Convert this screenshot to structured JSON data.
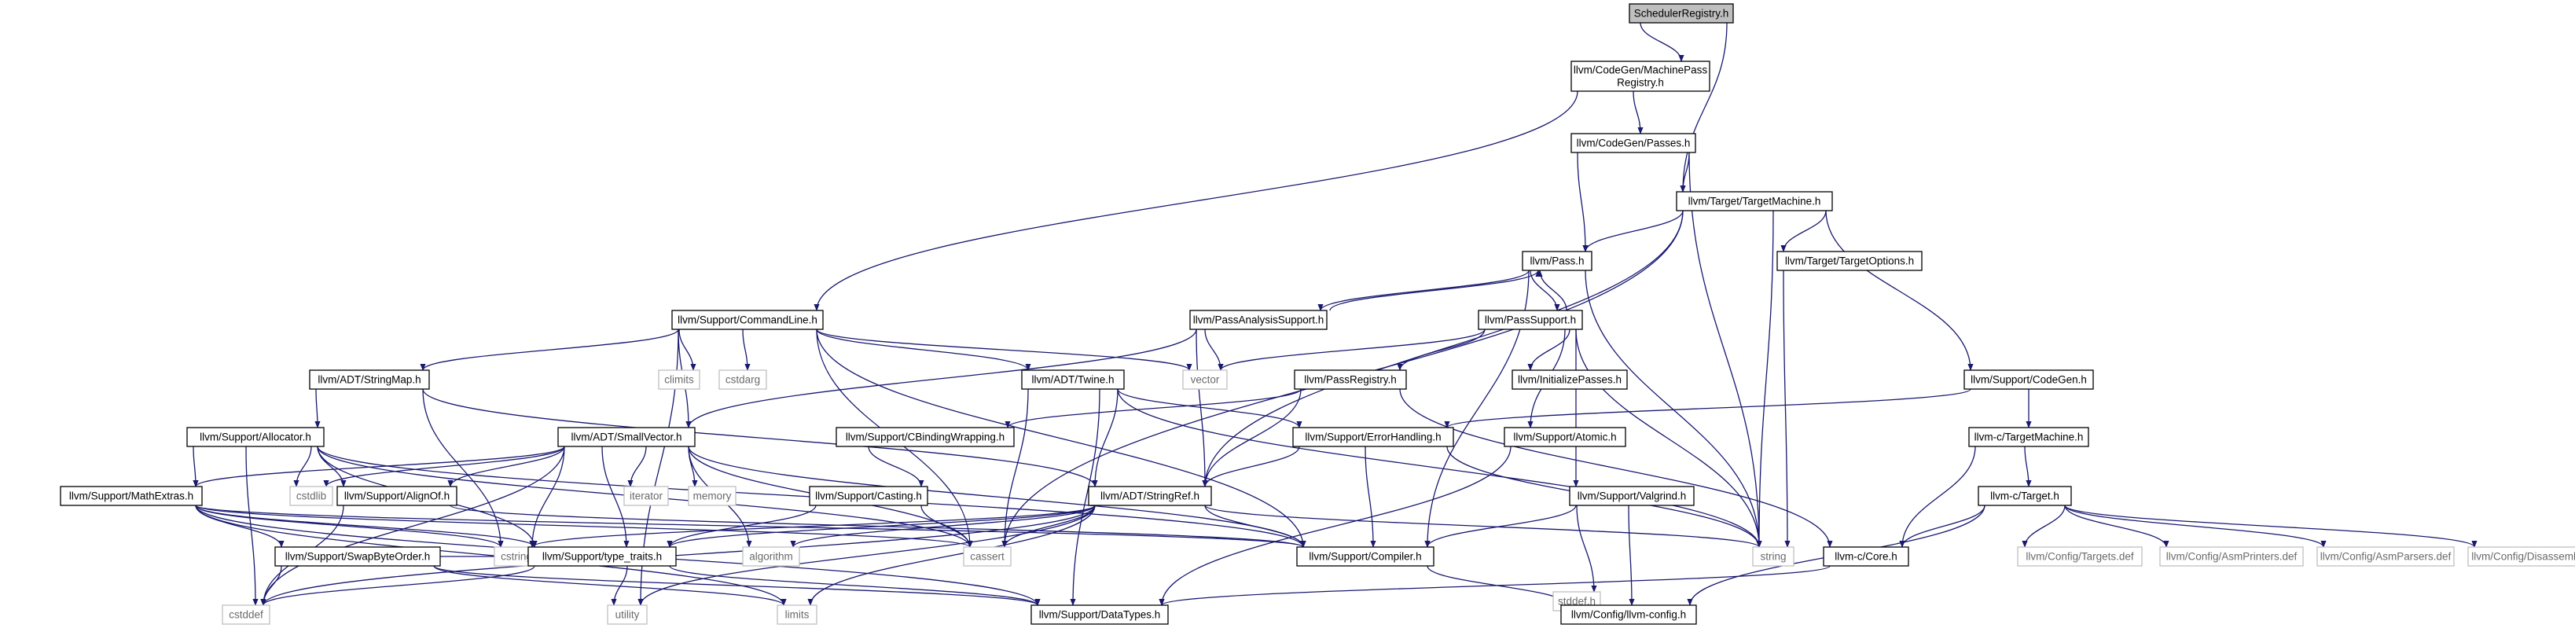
{
  "colors": {
    "background": "#ffffff",
    "edge": "#191970",
    "node_border": "#000000",
    "root_fill": "#bfbfbf",
    "header_fill": "#ffffff",
    "system_border": "#bfbfbf",
    "system_text": "#6a6a6a"
  },
  "nodes": [
    {
      "id": "root",
      "lines": [
        "SchedulerRegistry.h"
      ],
      "kind": "root"
    },
    {
      "id": "mpr",
      "lines": [
        "llvm/CodeGen/MachinePass",
        "Registry.h"
      ],
      "kind": "header"
    },
    {
      "id": "passes",
      "lines": [
        "llvm/CodeGen/Passes.h"
      ],
      "kind": "header"
    },
    {
      "id": "tm",
      "lines": [
        "llvm/Target/TargetMachine.h"
      ],
      "kind": "header"
    },
    {
      "id": "pass",
      "lines": [
        "llvm/Pass.h"
      ],
      "kind": "header"
    },
    {
      "id": "topts",
      "lines": [
        "llvm/Target/TargetOptions.h"
      ],
      "kind": "header"
    },
    {
      "id": "cl",
      "lines": [
        "llvm/Support/CommandLine.h"
      ],
      "kind": "header"
    },
    {
      "id": "pas",
      "lines": [
        "llvm/PassAnalysisSupport.h"
      ],
      "kind": "header"
    },
    {
      "id": "ps",
      "lines": [
        "llvm/PassSupport.h"
      ],
      "kind": "header"
    },
    {
      "id": "climits",
      "lines": [
        "climits"
      ],
      "kind": "system"
    },
    {
      "id": "cstdarg",
      "lines": [
        "cstdarg"
      ],
      "kind": "system"
    },
    {
      "id": "vector",
      "lines": [
        "vector"
      ],
      "kind": "system"
    },
    {
      "id": "stringmap",
      "lines": [
        "llvm/ADT/StringMap.h"
      ],
      "kind": "header"
    },
    {
      "id": "twine",
      "lines": [
        "llvm/ADT/Twine.h"
      ],
      "kind": "header"
    },
    {
      "id": "preg",
      "lines": [
        "llvm/PassRegistry.h"
      ],
      "kind": "header"
    },
    {
      "id": "initp",
      "lines": [
        "llvm/InitializePasses.h"
      ],
      "kind": "header"
    },
    {
      "id": "cg",
      "lines": [
        "llvm/Support/CodeGen.h"
      ],
      "kind": "header"
    },
    {
      "id": "alloc",
      "lines": [
        "llvm/Support/Allocator.h"
      ],
      "kind": "header"
    },
    {
      "id": "smallvec",
      "lines": [
        "llvm/ADT/SmallVector.h"
      ],
      "kind": "header"
    },
    {
      "id": "cbw",
      "lines": [
        "llvm/Support/CBindingWrapping.h"
      ],
      "kind": "header"
    },
    {
      "id": "eh",
      "lines": [
        "llvm/Support/ErrorHandling.h"
      ],
      "kind": "header"
    },
    {
      "id": "atomic",
      "lines": [
        "llvm/Support/Atomic.h"
      ],
      "kind": "header"
    },
    {
      "id": "ctm",
      "lines": [
        "llvm-c/TargetMachine.h"
      ],
      "kind": "header"
    },
    {
      "id": "cstdlib",
      "lines": [
        "cstdlib"
      ],
      "kind": "system"
    },
    {
      "id": "iterator",
      "lines": [
        "iterator"
      ],
      "kind": "system"
    },
    {
      "id": "memory",
      "lines": [
        "memory"
      ],
      "kind": "system"
    },
    {
      "id": "mathext",
      "lines": [
        "llvm/Support/MathExtras.h"
      ],
      "kind": "header"
    },
    {
      "id": "alignof",
      "lines": [
        "llvm/Support/AlignOf.h"
      ],
      "kind": "header"
    },
    {
      "id": "stringref",
      "lines": [
        "llvm/ADT/StringRef.h"
      ],
      "kind": "header"
    },
    {
      "id": "casting",
      "lines": [
        "llvm/Support/Casting.h"
      ],
      "kind": "header"
    },
    {
      "id": "valgrind",
      "lines": [
        "llvm/Support/Valgrind.h"
      ],
      "kind": "header"
    },
    {
      "id": "ctarget",
      "lines": [
        "llvm-c/Target.h"
      ],
      "kind": "header"
    },
    {
      "id": "cstring",
      "lines": [
        "cstring"
      ],
      "kind": "system"
    },
    {
      "id": "typetraits",
      "lines": [
        "llvm/Support/type_traits.h"
      ],
      "kind": "header"
    },
    {
      "id": "algorithm",
      "lines": [
        "algorithm"
      ],
      "kind": "system"
    },
    {
      "id": "cassert",
      "lines": [
        "cassert"
      ],
      "kind": "system"
    },
    {
      "id": "compiler",
      "lines": [
        "llvm/Support/Compiler.h"
      ],
      "kind": "header"
    },
    {
      "id": "string",
      "lines": [
        "string"
      ],
      "kind": "system"
    },
    {
      "id": "ccore",
      "lines": [
        "llvm-c/Core.h"
      ],
      "kind": "header"
    },
    {
      "id": "stddef",
      "lines": [
        "stddef.h"
      ],
      "kind": "system"
    },
    {
      "id": "targets_def",
      "lines": [
        "llvm/Config/Targets.def"
      ],
      "kind": "system"
    },
    {
      "id": "asmprinters_def",
      "lines": [
        "llvm/Config/AsmPrinters.def"
      ],
      "kind": "system"
    },
    {
      "id": "asmparsers_def",
      "lines": [
        "llvm/Config/AsmParsers.def"
      ],
      "kind": "system"
    },
    {
      "id": "disasm_def",
      "lines": [
        "llvm/Config/Disassemblers.def"
      ],
      "kind": "system"
    },
    {
      "id": "swapbyte",
      "lines": [
        "llvm/Support/SwapByteOrder.h"
      ],
      "kind": "header"
    },
    {
      "id": "cstddef",
      "lines": [
        "cstddef"
      ],
      "kind": "system"
    },
    {
      "id": "utility",
      "lines": [
        "utility"
      ],
      "kind": "system"
    },
    {
      "id": "limits",
      "lines": [
        "limits"
      ],
      "kind": "system"
    },
    {
      "id": "datatypes",
      "lines": [
        "llvm/Support/DataTypes.h"
      ],
      "kind": "header"
    },
    {
      "id": "llvmconfig",
      "lines": [
        "llvm/Config/llvm-config.h"
      ],
      "kind": "header"
    }
  ],
  "edges": [
    [
      "root",
      "mpr"
    ],
    [
      "root",
      "tm"
    ],
    [
      "mpr",
      "passes"
    ],
    [
      "mpr",
      "cl"
    ],
    [
      "passes",
      "tm"
    ],
    [
      "passes",
      "pass"
    ],
    [
      "passes",
      "string"
    ],
    [
      "tm",
      "pass"
    ],
    [
      "tm",
      "topts"
    ],
    [
      "tm",
      "cg"
    ],
    [
      "tm",
      "string"
    ],
    [
      "tm",
      "stringref"
    ],
    [
      "tm",
      "cassert"
    ],
    [
      "topts",
      "string"
    ],
    [
      "pass",
      "pas"
    ],
    [
      "pass",
      "ps"
    ],
    [
      "pass",
      "string"
    ],
    [
      "pass",
      "compiler"
    ],
    [
      "pas",
      "pass"
    ],
    [
      "pas",
      "smallvec"
    ],
    [
      "pas",
      "stringref"
    ],
    [
      "pas",
      "vector"
    ],
    [
      "ps",
      "pass"
    ],
    [
      "ps",
      "preg"
    ],
    [
      "ps",
      "initp"
    ],
    [
      "ps",
      "atomic"
    ],
    [
      "ps",
      "valgrind"
    ],
    [
      "ps",
      "vector"
    ],
    [
      "ps",
      "string"
    ],
    [
      "cl",
      "climits"
    ],
    [
      "cl",
      "cstdarg"
    ],
    [
      "cl",
      "vector"
    ],
    [
      "cl",
      "stringmap"
    ],
    [
      "cl",
      "twine"
    ],
    [
      "cl",
      "smallvec"
    ],
    [
      "cl",
      "cassert"
    ],
    [
      "cl",
      "compiler"
    ],
    [
      "cl",
      "utility"
    ],
    [
      "stringmap",
      "alloc"
    ],
    [
      "stringmap",
      "stringref"
    ],
    [
      "stringmap",
      "cstring"
    ],
    [
      "twine",
      "stringref"
    ],
    [
      "twine",
      "eh"
    ],
    [
      "twine",
      "cassert"
    ],
    [
      "twine",
      "datatypes"
    ],
    [
      "twine",
      "string"
    ],
    [
      "preg",
      "cbw"
    ],
    [
      "preg",
      "stringref"
    ],
    [
      "preg",
      "ccore"
    ],
    [
      "cg",
      "eh"
    ],
    [
      "cg",
      "ctm"
    ],
    [
      "ctm",
      "ctarget"
    ],
    [
      "ctm",
      "ccore"
    ],
    [
      "ctarget",
      "ccore"
    ],
    [
      "ctarget",
      "targets_def"
    ],
    [
      "ctarget",
      "asmprinters_def"
    ],
    [
      "ctarget",
      "asmparsers_def"
    ],
    [
      "ctarget",
      "disasm_def"
    ],
    [
      "ctarget",
      "llvmconfig"
    ],
    [
      "ccore",
      "datatypes"
    ],
    [
      "alloc",
      "alignof"
    ],
    [
      "alloc",
      "mathext"
    ],
    [
      "alloc",
      "cstdlib"
    ],
    [
      "alloc",
      "compiler"
    ],
    [
      "alloc",
      "typetraits"
    ],
    [
      "alloc",
      "cassert"
    ],
    [
      "alloc",
      "cstddef"
    ],
    [
      "smallvec",
      "alignof"
    ],
    [
      "smallvec",
      "mathext"
    ],
    [
      "smallvec",
      "compiler"
    ],
    [
      "smallvec",
      "typetraits"
    ],
    [
      "smallvec",
      "algorithm"
    ],
    [
      "smallvec",
      "cassert"
    ],
    [
      "smallvec",
      "cstddef"
    ],
    [
      "smallvec",
      "cstdlib"
    ],
    [
      "smallvec",
      "cstring"
    ],
    [
      "smallvec",
      "iterator"
    ],
    [
      "smallvec",
      "memory"
    ],
    [
      "mathext",
      "swapbyte"
    ],
    [
      "mathext",
      "compiler"
    ],
    [
      "mathext",
      "typetraits"
    ],
    [
      "mathext",
      "datatypes"
    ],
    [
      "mathext",
      "cassert"
    ],
    [
      "mathext",
      "cstring"
    ],
    [
      "mathext",
      "limits"
    ],
    [
      "alignof",
      "compiler"
    ],
    [
      "alignof",
      "cstddef"
    ],
    [
      "swapbyte",
      "typetraits"
    ],
    [
      "swapbyte",
      "datatypes"
    ],
    [
      "swapbyte",
      "cstddef"
    ],
    [
      "swapbyte",
      "limits"
    ],
    [
      "cbw",
      "casting"
    ],
    [
      "casting",
      "typetraits"
    ],
    [
      "casting",
      "cassert"
    ],
    [
      "eh",
      "stringref"
    ],
    [
      "eh",
      "compiler"
    ],
    [
      "eh",
      "string"
    ],
    [
      "atomic",
      "datatypes"
    ],
    [
      "valgrind",
      "compiler"
    ],
    [
      "valgrind",
      "stddef"
    ],
    [
      "valgrind",
      "llvmconfig"
    ],
    [
      "stringref",
      "typetraits"
    ],
    [
      "stringref",
      "algorithm"
    ],
    [
      "stringref",
      "cassert"
    ],
    [
      "stringref",
      "cstddef"
    ],
    [
      "stringref",
      "cstring"
    ],
    [
      "stringref",
      "limits"
    ],
    [
      "stringref",
      "string"
    ],
    [
      "stringref",
      "utility"
    ],
    [
      "stringref",
      "compiler"
    ],
    [
      "typetraits",
      "utility"
    ],
    [
      "typetraits",
      "cstddef"
    ],
    [
      "typetraits",
      "datatypes"
    ],
    [
      "compiler",
      "llvmconfig"
    ]
  ]
}
